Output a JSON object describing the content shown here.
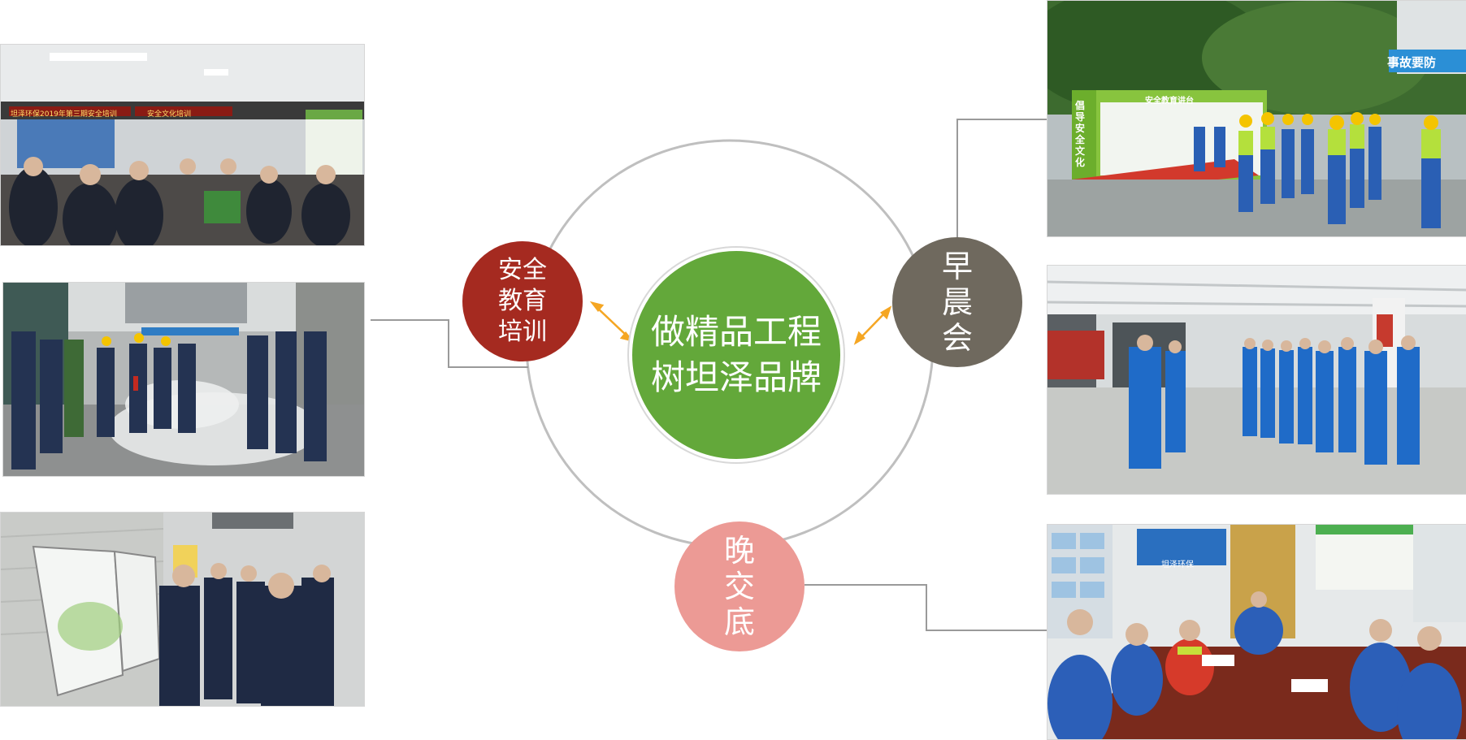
{
  "center": {
    "text": "做精品工程\n树坦泽品牌",
    "color": "#63a83a"
  },
  "nodes": [
    {
      "id": "safety-training",
      "text": "安全\n教育\n培训",
      "color": "#a52a20"
    },
    {
      "id": "morning-meeting",
      "text": "早\n晨\n会",
      "color": "#6f695e"
    },
    {
      "id": "evening-handover",
      "text": "晚\n交\n底",
      "color": "#ec9a95"
    }
  ],
  "photos": {
    "left_top": {
      "banner_text": "坦泽环保2019年第三期安全培训",
      "banner_text_2": "安全文化培训"
    },
    "right_top": {
      "sign_text": "事故要防",
      "board_text": "安全教育讲台",
      "side_text": "倡导安全文化"
    },
    "right_bottom": {
      "board_text": "坦泽环保"
    }
  },
  "colors": {
    "ring": "#bfbfbf",
    "arrow": "#f5a623",
    "connector": "#9a9a9a"
  }
}
